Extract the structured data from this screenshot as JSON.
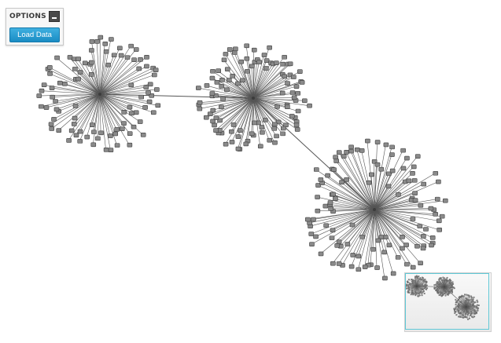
{
  "options_panel": {
    "title": "OPTIONS",
    "load_button_label": "Load Data"
  },
  "graph": {
    "hubs": [
      {
        "id": "hub-1",
        "child_count": 95
      },
      {
        "id": "hub-2",
        "child_count": 110
      },
      {
        "id": "hub-3",
        "child_count": 120
      }
    ],
    "links": [
      [
        "hub-1",
        "hub-2"
      ],
      [
        "hub-2",
        "hub-3"
      ]
    ],
    "colors": {
      "edge": "#555555",
      "node_fill": "#8a8a8a",
      "node_stroke": "#3c3c3c",
      "overview_border": "#5fc8d6"
    },
    "icons": [
      "minimize-icon"
    ]
  }
}
